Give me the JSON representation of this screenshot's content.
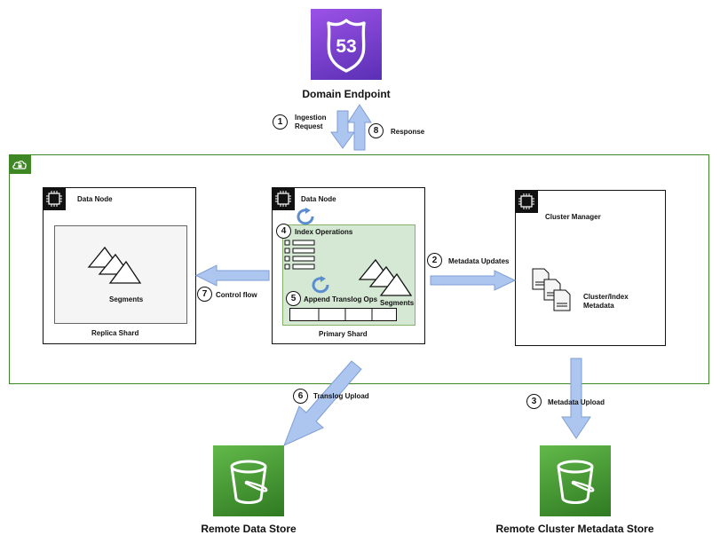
{
  "top": {
    "domain_endpoint": "Domain Endpoint",
    "route53_number": "53"
  },
  "steps": [
    {
      "num": "1",
      "label_line1": "Ingestion",
      "label_line2": "Request"
    },
    {
      "num": "2",
      "label": "Metadata Updates"
    },
    {
      "num": "3",
      "label": "Metadata Upload"
    },
    {
      "num": "4",
      "label": "Index Operations"
    },
    {
      "num": "5",
      "label": "Append Translog Ops"
    },
    {
      "num": "6",
      "label": "Translog Upload"
    },
    {
      "num": "7",
      "label": "Control flow"
    },
    {
      "num": "8",
      "label": "Response"
    }
  ],
  "replica": {
    "title": "Data Node",
    "segments": "Segments",
    "footer": "Replica Shard"
  },
  "primary": {
    "title": "Data Node",
    "segments": "Segments",
    "footer": "Primary Shard"
  },
  "cluster_manager": {
    "title": "Cluster Manager",
    "meta_line1": "Cluster/Index",
    "meta_line2": "Metadata"
  },
  "stores": {
    "data": "Remote Data Store",
    "metadata": "Remote Cluster Metadata Store"
  },
  "colors": {
    "vpc_border": "#3f8624",
    "arrow_fill": "#adc6f0",
    "arrow_stroke": "#7e9ed6",
    "primary_shard_fill": "#d5e8d4",
    "primary_shard_stroke": "#82b366",
    "replica_shard_fill": "#f5f5f5",
    "route53_gradient_start": "#9b52e6",
    "s3_gradient_start": "#62b94a"
  }
}
